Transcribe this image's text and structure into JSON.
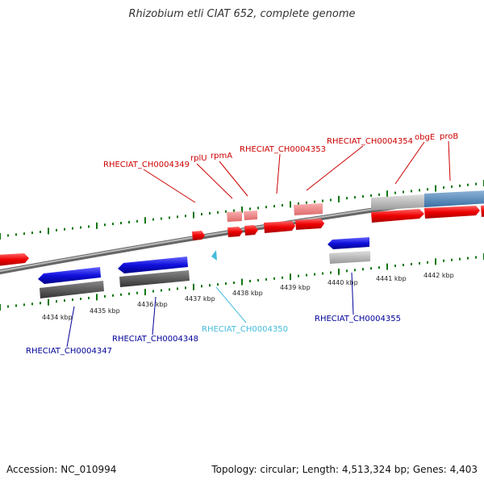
{
  "title": "Rhizobium etli CIAT 652, complete genome",
  "footer": {
    "accession": "Accession: NC_010994",
    "summary": "Topology: circular; Length: 4,513,324 bp; Genes: 4,403"
  },
  "colors": {
    "forward_gene": "#ee0000",
    "forward_gene_light": "#f08080",
    "reverse_gene": "#1010dd",
    "reverse_label": "#000099",
    "forward_label": "#cc0000",
    "highlight": "#44bbdd",
    "tick": "#117711",
    "backbone": "#888888",
    "rrna_like": "#4a82b8",
    "gray_feature": "#bbbbbb",
    "dark_feature": "#555555"
  },
  "kbp_labels": [
    "4434 kbp",
    "4435 kbp",
    "4436 kbp",
    "4437 kbp",
    "4438 kbp",
    "4439 kbp",
    "4440 kbp",
    "4441 kbp",
    "4442 kbp"
  ],
  "gene_labels_top": [
    "RHECIAT_CH0004349",
    "rplU",
    "rpmA",
    "RHECIAT_CH0004353",
    "RHECIAT_CH0004354",
    "obgE",
    "proB"
  ],
  "gene_labels_bottom": [
    "RHECIAT_CH0004347",
    "RHECIAT_CH0004348",
    "RHECIAT_CH0004350",
    "RHECIAT_CH0004355"
  ]
}
